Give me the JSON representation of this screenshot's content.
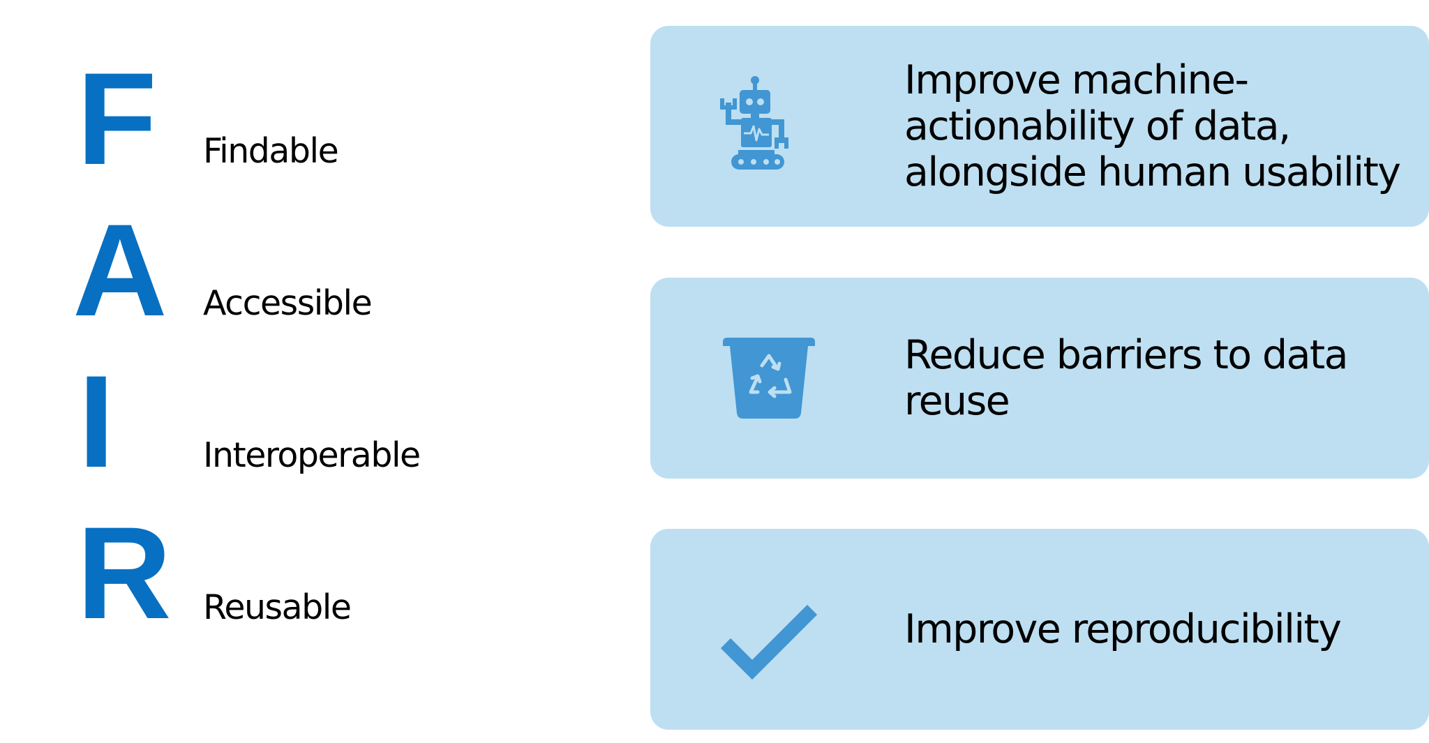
{
  "colors": {
    "letter": "#0770c2",
    "panel_bg": "#bddff1",
    "icon": "#4196d3",
    "icon_light": "#bddff1"
  },
  "fair": [
    {
      "letter": "F",
      "word": "Findable"
    },
    {
      "letter": "A",
      "word": "Accessible"
    },
    {
      "letter": "I",
      "word": "Interoperable"
    },
    {
      "letter": "R",
      "word": "Reusable"
    }
  ],
  "goals": [
    {
      "icon": "robot-icon",
      "text": "Improve machine-actionability of data, alongside human usability"
    },
    {
      "icon": "recycle-bin-icon",
      "text": "Reduce barriers to data reuse"
    },
    {
      "icon": "checkmark-icon",
      "text": "Improve reproducibility"
    }
  ]
}
